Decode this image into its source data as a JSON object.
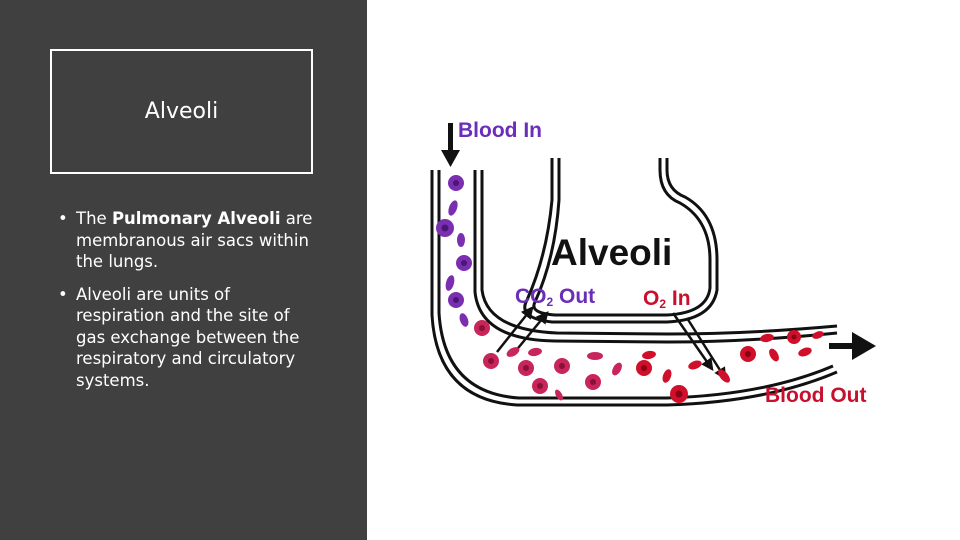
{
  "slide": {
    "title": "Alveoli",
    "bullets": [
      {
        "before": "The ",
        "bold": "Pulmonary Alveoli",
        "after": " are membranous air sacs within the lungs."
      },
      {
        "before": "Alveoli are units of respiration and the site of gas exchange between the respiratory and circulatory systems.",
        "bold": "",
        "after": ""
      }
    ]
  },
  "diagram": {
    "label_blood_in": "Blood In",
    "label_alveoli": "Alveoli",
    "label_co2_main": "CO",
    "label_co2_sub": "2",
    "label_co2_rest": " Out",
    "label_o2_main": "O",
    "label_o2_sub": "2",
    "label_o2_rest": " In",
    "label_blood_out": "Blood Out",
    "colors": {
      "panel": "#404040",
      "blood_in_text": "#6a2eb8",
      "co2_text": "#6a2eb8",
      "o2_text": "#c8102e",
      "blood_out_text": "#c8102e",
      "deoxygenated_cell": "#7a2fb0",
      "mixed_cell": "#c8255a",
      "oxygenated_cell": "#d0102a"
    }
  }
}
